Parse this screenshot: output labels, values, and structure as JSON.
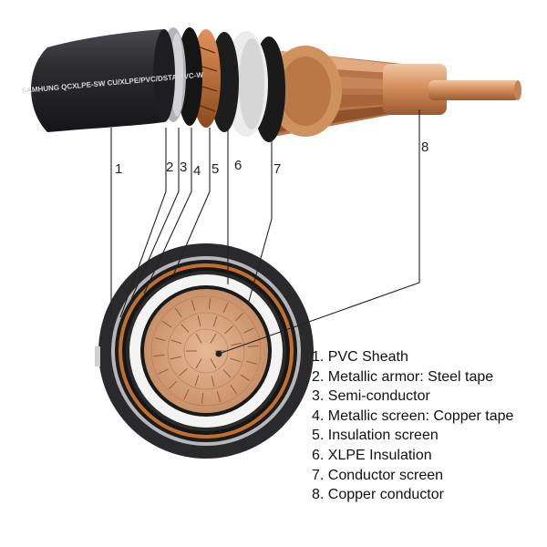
{
  "cable_print": "SAMHUNG QCXLPE-SW CU/XLPE/PVC/DSTA/PVC-W",
  "callouts": [
    "1",
    "2",
    "3",
    "4",
    "5",
    "6",
    "7",
    "8"
  ],
  "legend": [
    "1. PVC Sheath",
    "2. Metallic armor: Steel tape",
    "3. Semi-conductor",
    "4. Metallic screen: Copper tape",
    "5. Insulation screen",
    "6. XLPE Insulation",
    "7. Conductor screen",
    "8. Copper conductor"
  ],
  "colors": {
    "sheath": "#2b2b2e",
    "steel_tape": "#b9b9bd",
    "semi_conductor": "#1c1c1c",
    "copper_tape": "#c0702e",
    "xlpe": "#f2f2f2",
    "copper": "#d9a27a"
  }
}
